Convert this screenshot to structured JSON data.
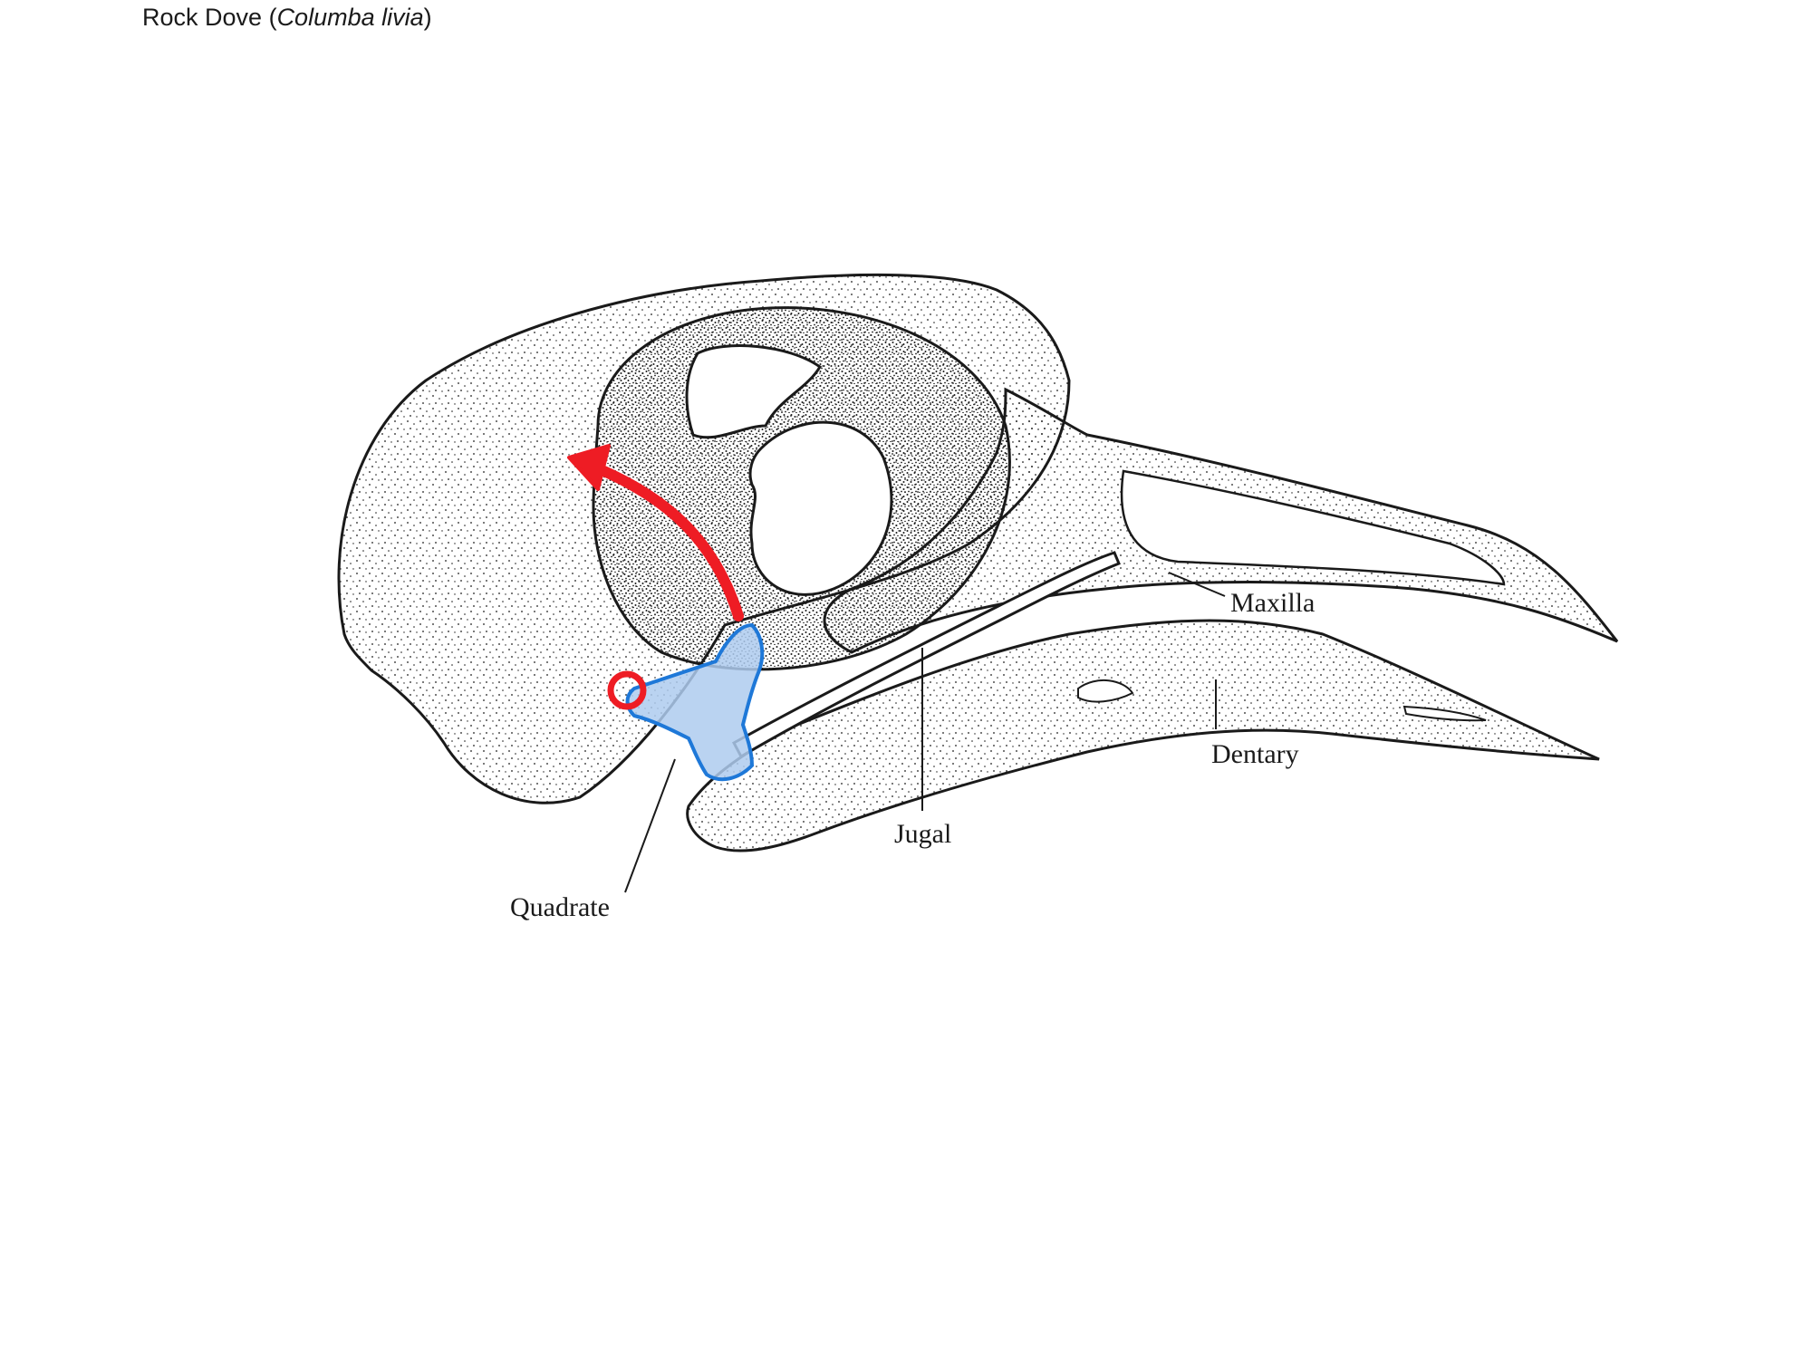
{
  "header": {
    "common_name": "Rock Dove",
    "paren_open": "(",
    "scientific_name": "Columba livia",
    "paren_close": ")"
  },
  "labels": {
    "maxilla": "Maxilla",
    "dentary": "Dentary",
    "jugal": "Jugal",
    "quadrate": "Quadrate"
  },
  "colors": {
    "ink": "#1a1a1a",
    "quadrate_fill": "#aecbee",
    "quadrate_outline": "#1e78d8",
    "rotation_arrow": "#ee1c24",
    "pivot_marker": "#ee1c24"
  },
  "icons": {
    "rotation": "curved-arrow-icon",
    "pivot": "ring-marker-icon"
  }
}
